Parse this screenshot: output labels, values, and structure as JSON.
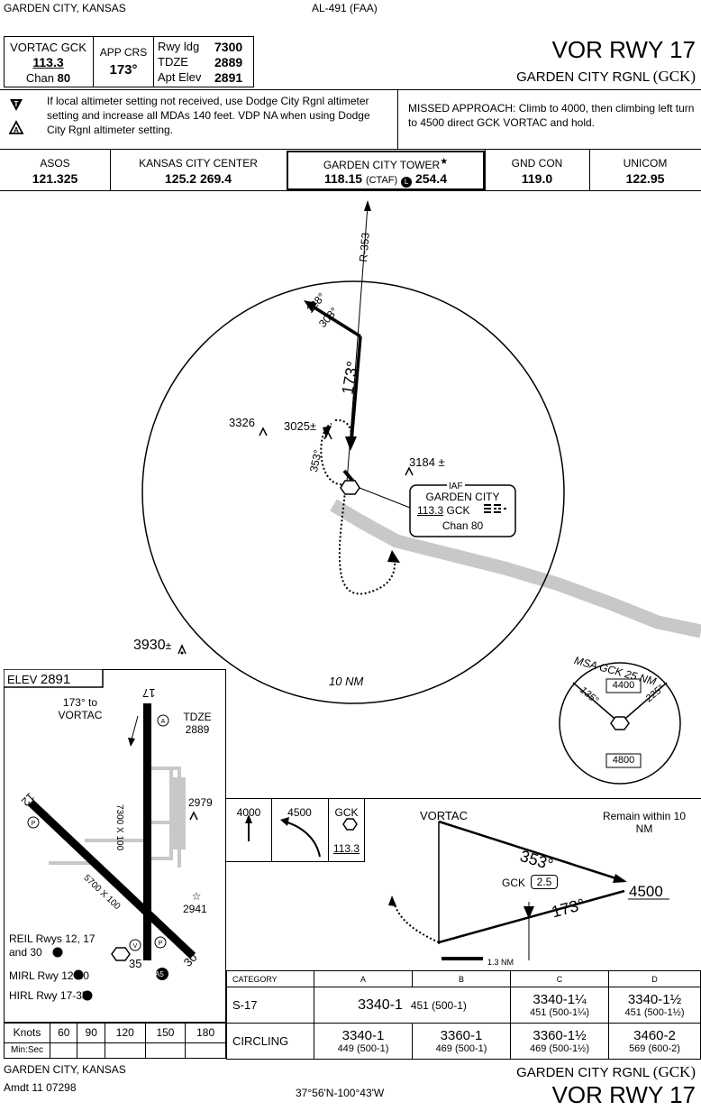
{
  "header": {
    "city_state": "GARDEN CITY, KANSAS",
    "chart_id": "AL-491 (FAA)",
    "title": "VOR RWY 17",
    "airport": "GARDEN CITY RGNL",
    "airport_id": "(GCK)"
  },
  "briefing": {
    "nav_label": "VORTAC GCK",
    "nav_freq": "113.3",
    "chan_label": "Chan",
    "chan_num": "80",
    "app_crs_label": "APP CRS",
    "app_crs_val": "173°",
    "rwy_ldg_label": "Rwy ldg",
    "rwy_ldg_val": "7300",
    "tdze_label": "TDZE",
    "tdze_val": "2889",
    "apt_elev_label": "Apt Elev",
    "apt_elev_val": "2891",
    "notes": "If local altimeter setting not received, use Dodge City Rgnl altimeter setting and increase all MDAs 140 feet.  VDP NA when using Dodge City Rgnl altimeter setting.",
    "missed_approach": "MISSED APPROACH:  Climb to 4000, then climbing left turn to 4500 direct GCK VORTAC and hold."
  },
  "comms": [
    {
      "name": "ASOS",
      "freq": "121.325"
    },
    {
      "name": "KANSAS CITY CENTER",
      "freq": "125.2  269.4"
    },
    {
      "name": "GARDEN CITY TOWER",
      "star": "★",
      "freq": "118.15",
      "ctaf": "(CTAF)",
      "uhf": "254.4"
    },
    {
      "name": "GND CON",
      "freq": "119.0"
    },
    {
      "name": "UNICOM",
      "freq": "122.95"
    }
  ],
  "planview": {
    "radial": "R-353",
    "course_128": "128°",
    "course_308": "308°",
    "course_173": "173°",
    "course_353": "353°",
    "elev_3326": "3326",
    "elev_3025": "3025",
    "elev_3184": "3184",
    "elev_3930": "3930",
    "plusminus": "±",
    "iaf": "IAF",
    "fix_name": "GARDEN CITY",
    "fix_freq": "113.3",
    "fix_id": "GCK",
    "fix_chan": "Chan 80",
    "ring": "10 NM",
    "msa": "MSA GCK 25 NM",
    "msa_135": "135°",
    "msa_225": "225°",
    "msa_4400": "4400",
    "msa_4800": "4800"
  },
  "aerodrome": {
    "elev_label": "ELEV",
    "elev_val": "2891",
    "crs_to_vortac": "173° to VORTAC",
    "tdze": "TDZE 2889",
    "rwy17": "17",
    "rwy35": "35",
    "rwy12": "12",
    "rwy30": "30",
    "dims_17": "7300 X 100",
    "dims_12": "5700 X 100",
    "obst_2979": "2979",
    "obst_2941": "2941",
    "reil": "REIL Rwys 12, 17 and 30",
    "mirl": "MIRL Rwy 12-30",
    "hirl": "HIRL Rwy 17-35",
    "a5": "A5"
  },
  "profile": {
    "icon_4000": "4000",
    "icon_4500": "4500",
    "icon_gck": "GCK",
    "icon_freq": "113.3",
    "vortac": "VORTAC",
    "remain": "Remain within 10 NM",
    "crs_353": "353°",
    "crs_173": "173°",
    "gck_dme": "GCK",
    "dme_val": "2.5",
    "alt_4500": "4500",
    "dist": "1.3 NM"
  },
  "minimums": {
    "headers": [
      "CATEGORY",
      "A",
      "B",
      "C",
      "D"
    ],
    "s17_label": "S-17",
    "s17_ab_mda": "3340-1",
    "s17_ab_hat": "451 (500-1)",
    "s17_c_mda": "3340-1¼",
    "s17_c_hat": "451 (500-1¼)",
    "s17_d_mda": "3340-1½",
    "s17_d_hat": "451 (500-1½)",
    "circ_label": "CIRCLING",
    "circ_a_mda": "3340-1",
    "circ_a_hat": "449 (500-1)",
    "circ_b_mda": "3360-1",
    "circ_b_hat": "469 (500-1)",
    "circ_c_mda": "3360-1½",
    "circ_c_hat": "469 (500-1½)",
    "circ_d_mda": "3460-2",
    "circ_d_hat": "569 (600-2)"
  },
  "timing": {
    "knots_label": "Knots",
    "minsec_label": "Min:Sec",
    "speeds": [
      "60",
      "90",
      "120",
      "150",
      "180"
    ]
  },
  "footer": {
    "city_state": "GARDEN CITY, KANSAS",
    "amdt": "Amdt 11  07298",
    "coords": "37°56'N-100°43'W",
    "airport": "GARDEN CITY RGNL",
    "airport_id": "(GCK)",
    "title": "VOR RWY 17"
  }
}
